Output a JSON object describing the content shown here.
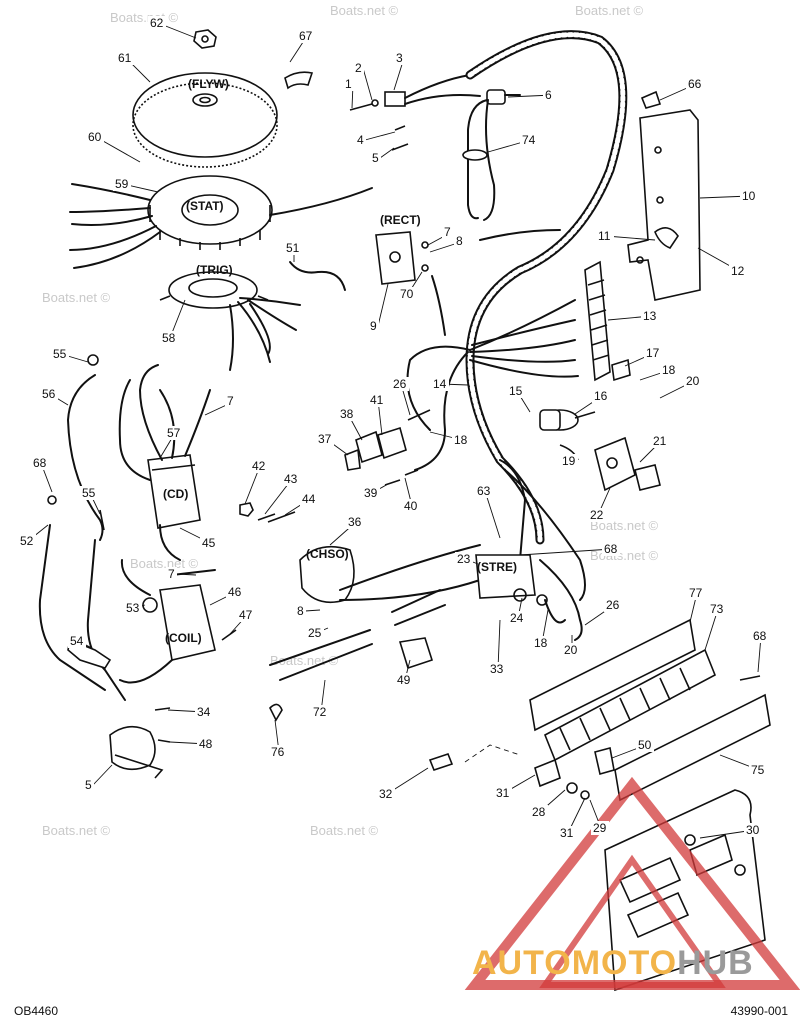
{
  "watermark": "Boats.net ©",
  "footer": {
    "left": "OB4460",
    "right": "43990-001"
  },
  "brand": {
    "part1": "AUTOMOTO",
    "part2": "HUB"
  },
  "colors": {
    "ink": "#111111",
    "brand_orange": "#f2b44a",
    "brand_gray": "#9a9a9a",
    "brand_red": "#d23a3a"
  },
  "component_tags": [
    "(FLYW)",
    "(STAT)",
    "(TRIG)",
    "(RECT)",
    "(CD)",
    "(COIL)",
    "(CHSO)",
    "(STRE)"
  ],
  "callouts": [
    "62",
    "67",
    "61",
    "1",
    "2",
    "3",
    "6",
    "66",
    "4",
    "5",
    "74",
    "60",
    "59",
    "10",
    "7",
    "8",
    "11",
    "12",
    "51",
    "13",
    "70",
    "9",
    "58",
    "55",
    "17",
    "18",
    "20",
    "56",
    "7",
    "14",
    "15",
    "16",
    "57",
    "26",
    "41",
    "38",
    "37",
    "18",
    "21",
    "68",
    "42",
    "43",
    "39",
    "40",
    "19",
    "44",
    "22",
    "55",
    "45",
    "63",
    "52",
    "36",
    "68",
    "23",
    "7",
    "53",
    "46",
    "47",
    "26",
    "24",
    "8",
    "25",
    "77",
    "73",
    "54",
    "18",
    "20",
    "68",
    "33",
    "49",
    "34",
    "72",
    "50",
    "5",
    "48",
    "76",
    "75",
    "32",
    "31",
    "28",
    "31",
    "29",
    "30"
  ]
}
